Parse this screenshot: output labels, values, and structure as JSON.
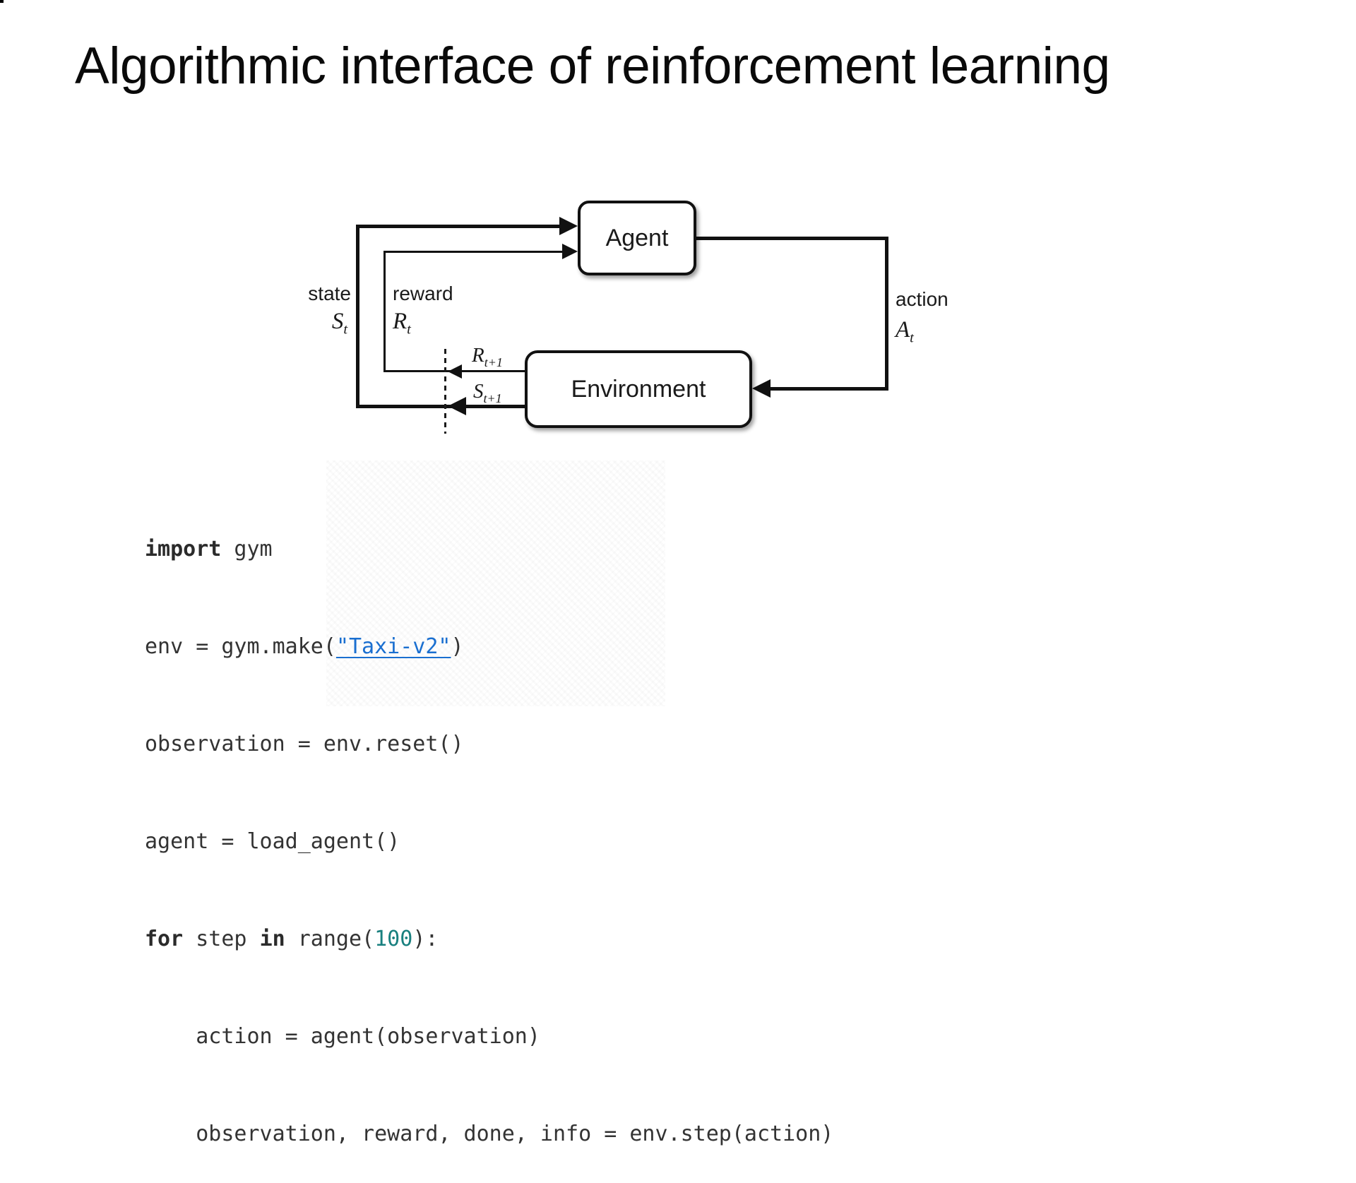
{
  "title": "Algorithmic interface of reinforcement learning",
  "diagram": {
    "agent_label": "Agent",
    "environment_label": "Environment",
    "state_label": "state",
    "reward_label": "reward",
    "action_label": "action",
    "state_symbol": {
      "base": "S",
      "sub": "t"
    },
    "reward_symbol": {
      "base": "R",
      "sub": "t"
    },
    "action_symbol": {
      "base": "A",
      "sub": "t"
    },
    "reward_next_symbol": {
      "base": "R",
      "sub": "t+1"
    },
    "state_next_symbol": {
      "base": "S",
      "sub": "t+1"
    }
  },
  "code": {
    "l1_kw": "import",
    "l1_rest": " gym",
    "l2_pre": "env = gym.make(",
    "l2_link": "\"Taxi-v2\"",
    "l2_post": ")",
    "l3": "observation = env.reset()",
    "l4": "agent = load_agent()",
    "l5_kw1": "for",
    "l5_mid1": " step ",
    "l5_kw2": "in",
    "l5_mid2": " range(",
    "l5_num": "100",
    "l5_post": "):",
    "l6": "    action = agent(observation)",
    "l7": "    observation, reward, done, info = env.step(action)"
  },
  "colors": {
    "link_blue": "#1a6fd0",
    "number_teal": "#19807f",
    "code_text": "#333333"
  }
}
